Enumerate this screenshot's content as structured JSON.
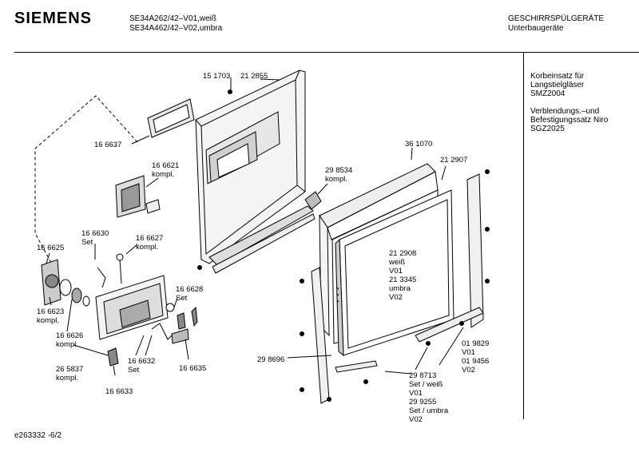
{
  "header": {
    "brand": "SIEMENS",
    "models": "SE34A262/42–V01,weiß\nSE34A462/42–V02,umbra",
    "category": "GESCHIRRSPÜLGERÄTE\nUnterbaugeräte"
  },
  "side_notes": [
    "Korbeinsatz für\nLangstielgläser\nSMZ2004",
    "Verblendungs.–und\nBefestigungssatz Niro\nSGZ2025"
  ],
  "footer": {
    "code": "e263332 -6/2"
  },
  "parts": {
    "p151703": "15 1703",
    "p212855": "21 2855",
    "p166637": "16 6637",
    "p166621": "16 6621\nkompl.",
    "p298534": "29 8534\nkompl.",
    "p361070": "36 1070",
    "p212907": "21 2907",
    "p166630": "16 6630\nSet",
    "p166627": "16 6627\nkompl.",
    "p166625": "16 6625",
    "p166623": "16 6623\nkompl.",
    "p166626": "16 6626\nkompl.",
    "p166628": "16 6628\nSet",
    "p212908": "21 2908\nweiß\nV01\n21 3345\numbra\nV02",
    "p265837": "26 5837\nkompl.",
    "p166632": "16 6632\nSet",
    "p166635": "16 6635",
    "p166633": "16 6633",
    "p298696": "29 8696",
    "p019829": "01 9829\nV01\n01 9456\nV02",
    "p298713": "29 8713\nSet / weiß\nV01\n29 9255\nSet / umbra\nV02"
  }
}
